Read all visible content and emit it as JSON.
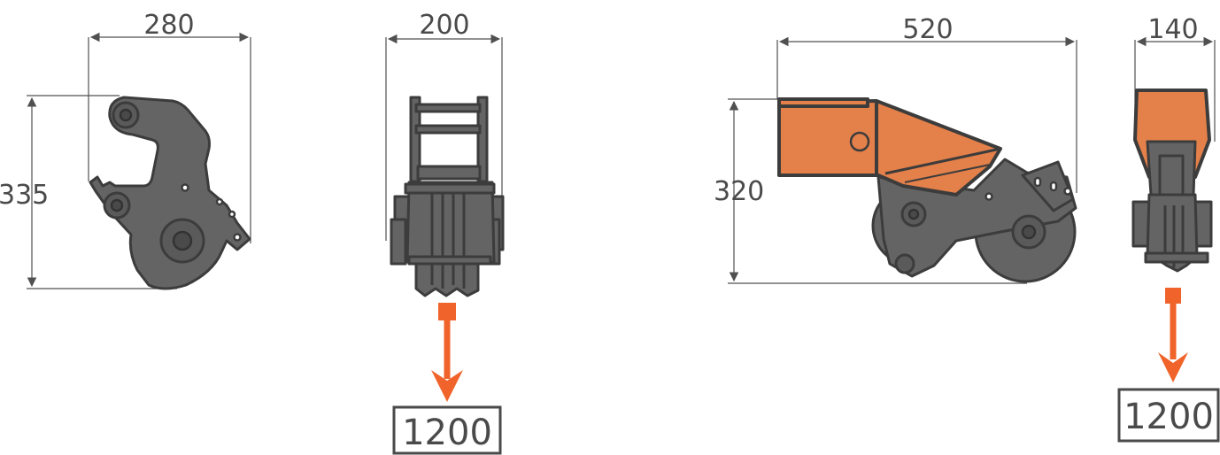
{
  "colors": {
    "steel_grey": "#646464",
    "outline": "#3c3c3c",
    "accent_orange": "#e4804a",
    "load_arrow": "#f0632a",
    "dimension_line": "#505050"
  },
  "units": "",
  "left_assembly": {
    "side_view": {
      "width_label": "280",
      "height_label": "335"
    },
    "front_view": {
      "width_label": "200"
    },
    "load_label": "1200"
  },
  "right_assembly": {
    "side_view": {
      "width_label": "520",
      "height_label": "320"
    },
    "front_view": {
      "width_label": "140"
    },
    "load_label": "1200"
  }
}
